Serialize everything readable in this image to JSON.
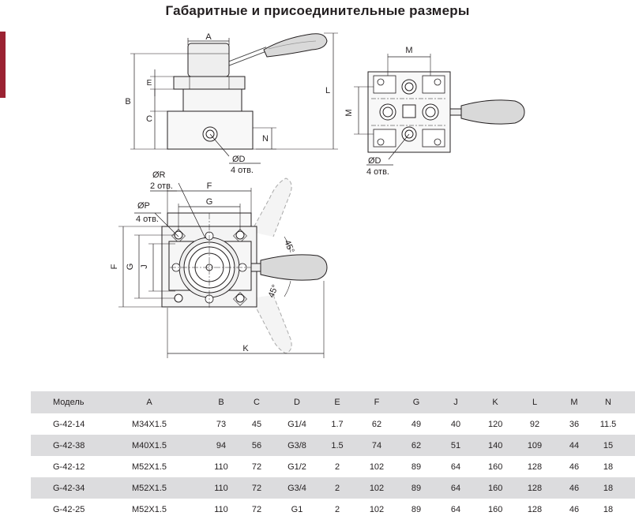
{
  "title": "Габаритные и присоединительные размеры",
  "drawing_labels": {
    "A": "A",
    "B": "B",
    "C": "C",
    "E": "E",
    "L": "L",
    "N": "N",
    "M": "M",
    "F": "F",
    "G": "G",
    "J": "J",
    "K": "K",
    "diam_D": "ØD",
    "holes4": "4 отв.",
    "diam_R": "ØR",
    "holes2": "2 отв.",
    "diam_P": "ØP",
    "angle": "45°"
  },
  "table": {
    "headers": [
      "Модель",
      "A",
      "B",
      "C",
      "D",
      "E",
      "F",
      "G",
      "J",
      "K",
      "L",
      "M",
      "N"
    ],
    "rows": [
      [
        "G-42-14",
        "M34X1.5",
        "73",
        "45",
        "G1/4",
        "1.7",
        "62",
        "49",
        "40",
        "120",
        "92",
        "36",
        "11.5"
      ],
      [
        "G-42-38",
        "M40X1.5",
        "94",
        "56",
        "G3/8",
        "1.5",
        "74",
        "62",
        "51",
        "140",
        "109",
        "44",
        "15"
      ],
      [
        "G-42-12",
        "M52X1.5",
        "110",
        "72",
        "G1/2",
        "2",
        "102",
        "89",
        "64",
        "160",
        "128",
        "46",
        "18"
      ],
      [
        "G-42-34",
        "M52X1.5",
        "110",
        "72",
        "G3/4",
        "2",
        "102",
        "89",
        "64",
        "160",
        "128",
        "46",
        "18"
      ],
      [
        "G-42-25",
        "M52X1.5",
        "110",
        "72",
        "G1",
        "2",
        "102",
        "89",
        "64",
        "160",
        "128",
        "46",
        "18"
      ]
    ]
  }
}
